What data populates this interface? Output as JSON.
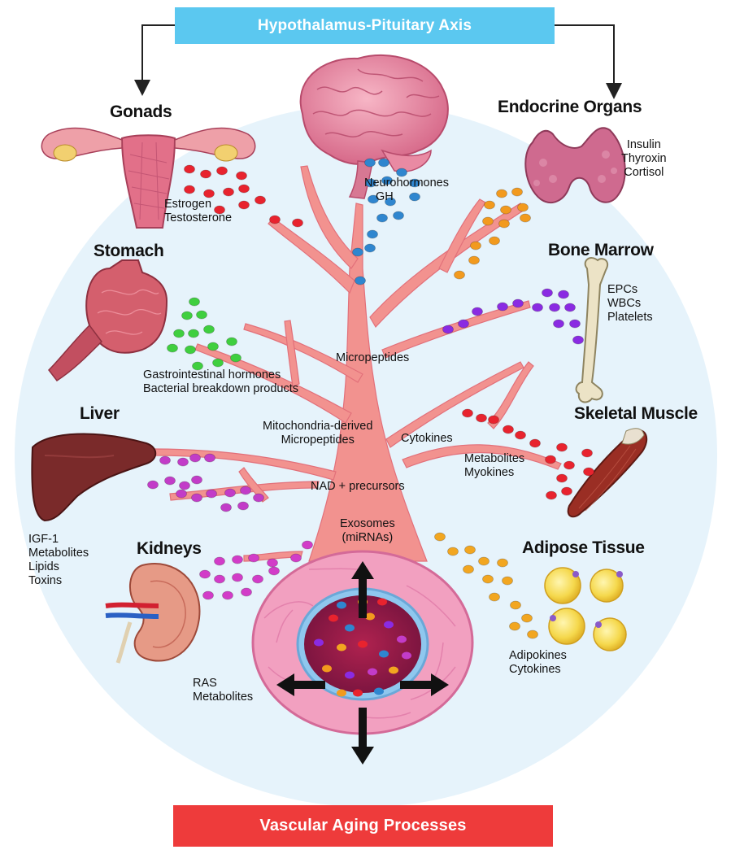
{
  "header": {
    "title": "Hypothalamus-Pituitary Axis"
  },
  "footer": {
    "title": "Vascular Aging Processes"
  },
  "organs": {
    "gonads": {
      "title": "Gonads",
      "items": [
        "Estrogen",
        "Testosterone"
      ]
    },
    "brain": {
      "items": [
        "Neurohormones",
        "GH"
      ]
    },
    "endocrine": {
      "title": "Endocrine Organs",
      "items": [
        "Insulin",
        "Thyroxin",
        "Cortisol"
      ]
    },
    "stomach": {
      "title": "Stomach",
      "items": [
        "Gastrointestinal hormones",
        "Bacterial breakdown products"
      ]
    },
    "bone_marrow": {
      "title": "Bone Marrow",
      "items": [
        "EPCs",
        "WBCs",
        "Platelets"
      ]
    },
    "liver": {
      "title": "Liver",
      "items": [
        "IGF-1",
        "Metabolites",
        "Lipids",
        "Toxins"
      ]
    },
    "skeletal_muscle": {
      "title": "Skeletal Muscle",
      "items": [
        "Metabolites",
        "Myokines"
      ]
    },
    "kidneys": {
      "title": "Kidneys",
      "items": [
        "RAS",
        "Metabolites"
      ]
    },
    "adipose": {
      "title": "Adipose Tissue",
      "items": [
        "Adipokines",
        "Cytokines"
      ]
    }
  },
  "trunk_labels": {
    "micropeptides": "Micropeptides",
    "mito_line1": "Mitochondria-derived",
    "mito_line2": "Micropeptides",
    "cytokines": "Cytokines",
    "nad": "NAD + precursors",
    "exosomes_line1": "Exosomes",
    "exosomes_line2": "(miRNAs)"
  },
  "colors": {
    "header_bg": "#5bc8f0",
    "footer_bg": "#ee3b3b",
    "background_circle": "#e6f3fb",
    "vessel": "#f2928f",
    "estrogen_dots": "#e8232e",
    "neurohormone_dots": "#2f86cf",
    "endocrine_dots": "#f29a1e",
    "gi_dots": "#3fcf3f",
    "bone_marrow_dots": "#8a2be2",
    "liver_dots": "#c23cc8",
    "muscle_dots": "#e8232e",
    "kidney_dots": "#d23cc8",
    "adipose_dots": "#f2a620"
  }
}
